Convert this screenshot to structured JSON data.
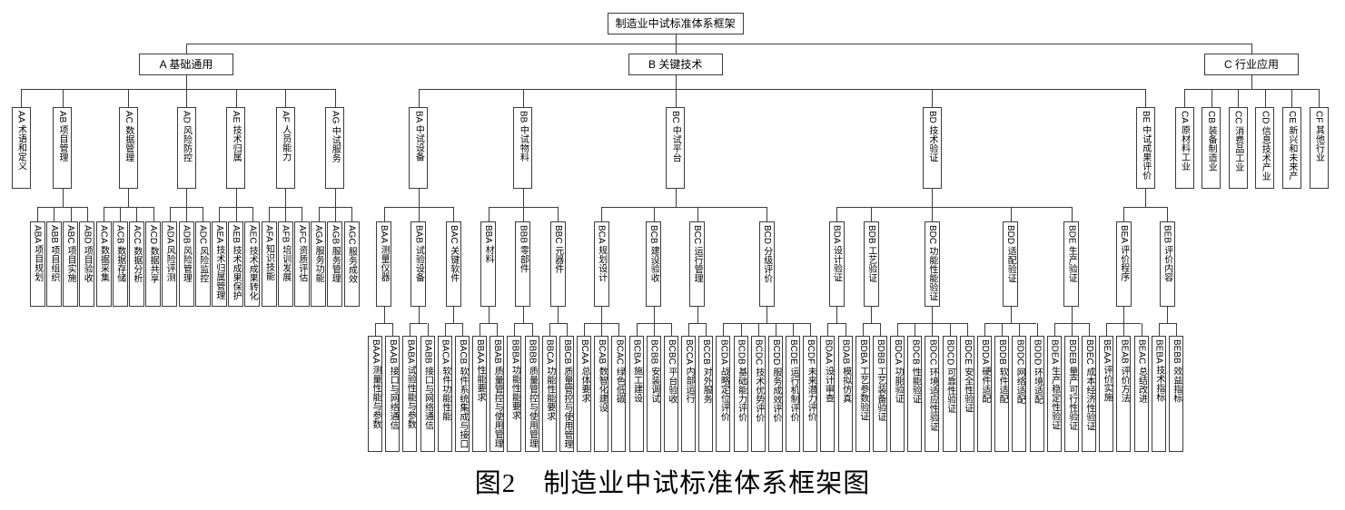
{
  "caption": "图2　制造业中试标准体系框架图",
  "colors": {
    "line": "#3c3c3c",
    "box_border": "#3c3c3c",
    "background": "#ffffff",
    "text": "#000000"
  },
  "tree": {
    "code": "",
    "label": "制造业中试标准体系框架",
    "children": [
      {
        "code": "A",
        "label": "基础通用",
        "children": [
          {
            "code": "AA",
            "label": "术语和定义",
            "children": []
          },
          {
            "code": "AB",
            "label": "项目管理",
            "children": [
              {
                "code": "ABA",
                "label": "项目规划",
                "children": []
              },
              {
                "code": "ABB",
                "label": "项目组织",
                "children": []
              },
              {
                "code": "ABC",
                "label": "项目实施",
                "children": []
              },
              {
                "code": "ABD",
                "label": "项目验收",
                "children": []
              }
            ]
          },
          {
            "code": "AC",
            "label": "数据管理",
            "children": [
              {
                "code": "ACA",
                "label": "数据采集",
                "children": []
              },
              {
                "code": "ACB",
                "label": "数据存储",
                "children": []
              },
              {
                "code": "ACC",
                "label": "数据分析",
                "children": []
              },
              {
                "code": "ACD",
                "label": "数据共享",
                "children": []
              }
            ]
          },
          {
            "code": "AD",
            "label": "风险防控",
            "children": [
              {
                "code": "ADA",
                "label": "风险评测",
                "children": []
              },
              {
                "code": "ADB",
                "label": "风险管理",
                "children": []
              },
              {
                "code": "ADC",
                "label": "风险监控",
                "children": []
              }
            ]
          },
          {
            "code": "AE",
            "label": "技术归属",
            "children": [
              {
                "code": "AEA",
                "label": "技术归属管理",
                "children": []
              },
              {
                "code": "AEB",
                "label": "技术成果保护",
                "children": []
              },
              {
                "code": "AEC",
                "label": "技术成果转化",
                "children": []
              }
            ]
          },
          {
            "code": "AF",
            "label": "人员能力",
            "children": [
              {
                "code": "AFA",
                "label": "知识技能",
                "children": []
              },
              {
                "code": "AFB",
                "label": "培训发展",
                "children": []
              },
              {
                "code": "AFC",
                "label": "资质评估",
                "children": []
              }
            ]
          },
          {
            "code": "AG",
            "label": "中试服务",
            "children": [
              {
                "code": "AGA",
                "label": "服务功能",
                "children": []
              },
              {
                "code": "AGB",
                "label": "服务管理",
                "children": []
              },
              {
                "code": "AGC",
                "label": "服务成效",
                "children": []
              }
            ]
          }
        ]
      },
      {
        "code": "B",
        "label": "关键技术",
        "children": [
          {
            "code": "BA",
            "label": "中试设备",
            "children": [
              {
                "code": "BAA",
                "label": "测量仪器",
                "children": [
                  {
                    "code": "BAAA",
                    "label": "测量性能与参数",
                    "children": []
                  },
                  {
                    "code": "BAAB",
                    "label": "接口与网络通信",
                    "children": []
                  }
                ]
              },
              {
                "code": "BAB",
                "label": "试验设备",
                "children": [
                  {
                    "code": "BABA",
                    "label": "试验性能与参数",
                    "children": []
                  },
                  {
                    "code": "BABB",
                    "label": "接口与网络通信",
                    "children": []
                  }
                ]
              },
              {
                "code": "BAC",
                "label": "关键软件",
                "children": [
                  {
                    "code": "BACA",
                    "label": "软件功能性能",
                    "children": []
                  },
                  {
                    "code": "BACB",
                    "label": "软件系统集成与接口",
                    "children": []
                  }
                ]
              }
            ]
          },
          {
            "code": "BB",
            "label": "中试物料",
            "children": [
              {
                "code": "BBA",
                "label": "材料",
                "children": [
                  {
                    "code": "BBAA",
                    "label": "性能要求",
                    "children": []
                  },
                  {
                    "code": "BBAB",
                    "label": "质量管控与使用管理",
                    "children": []
                  }
                ]
              },
              {
                "code": "BBB",
                "label": "零部件",
                "children": [
                  {
                    "code": "BBBA",
                    "label": "功能性能要求",
                    "children": []
                  },
                  {
                    "code": "BBBB",
                    "label": "质量管控与使用管理",
                    "children": []
                  }
                ]
              },
              {
                "code": "BBC",
                "label": "元器件",
                "children": [
                  {
                    "code": "BBCA",
                    "label": "功能性能要求",
                    "children": []
                  },
                  {
                    "code": "BBCB",
                    "label": "质量管控与使用管理",
                    "children": []
                  }
                ]
              }
            ]
          },
          {
            "code": "BC",
            "label": "中试平台",
            "children": [
              {
                "code": "BCA",
                "label": "规划设计",
                "children": [
                  {
                    "code": "BCAA",
                    "label": "总体要求",
                    "children": []
                  },
                  {
                    "code": "BCAB",
                    "label": "数智化建设",
                    "children": []
                  },
                  {
                    "code": "BCAC",
                    "label": "绿色低碳",
                    "children": []
                  }
                ]
              },
              {
                "code": "BCB",
                "label": "建设验收",
                "children": [
                  {
                    "code": "BCBA",
                    "label": "施工建设",
                    "children": []
                  },
                  {
                    "code": "BCBB",
                    "label": "安装调试",
                    "children": []
                  },
                  {
                    "code": "BCBC",
                    "label": "平台验收",
                    "children": []
                  }
                ]
              },
              {
                "code": "BCC",
                "label": "运行管理",
                "children": [
                  {
                    "code": "BCCA",
                    "label": "内部运行",
                    "children": []
                  },
                  {
                    "code": "BCCB",
                    "label": "对外服务",
                    "children": []
                  }
                ]
              },
              {
                "code": "BCD",
                "label": "分级评价",
                "children": [
                  {
                    "code": "BCDA",
                    "label": "战略定位评价",
                    "children": []
                  },
                  {
                    "code": "BCDB",
                    "label": "基础能力评价",
                    "children": []
                  },
                  {
                    "code": "BCDC",
                    "label": "技术优势评价",
                    "children": []
                  },
                  {
                    "code": "BCDD",
                    "label": "服务成效评价",
                    "children": []
                  },
                  {
                    "code": "BCDE",
                    "label": "运行机制评价",
                    "children": []
                  },
                  {
                    "code": "BCDF",
                    "label": "未来潜力评价",
                    "children": []
                  }
                ]
              }
            ]
          },
          {
            "code": "BD",
            "label": "技术验证",
            "children": [
              {
                "code": "BDA",
                "label": "设计验证",
                "children": [
                  {
                    "code": "BDAA",
                    "label": "设计审查",
                    "children": []
                  },
                  {
                    "code": "BDAB",
                    "label": "模拟仿真",
                    "children": []
                  }
                ]
              },
              {
                "code": "BDB",
                "label": "工艺验证",
                "children": [
                  {
                    "code": "BDBA",
                    "label": "工艺参数验证",
                    "children": []
                  },
                  {
                    "code": "BDBB",
                    "label": "工艺装备验证",
                    "children": []
                  }
                ]
              },
              {
                "code": "BDC",
                "label": "功能性能验证",
                "children": [
                  {
                    "code": "BDCA",
                    "label": "功能验证",
                    "children": []
                  },
                  {
                    "code": "BDCB",
                    "label": "性能验证",
                    "children": []
                  },
                  {
                    "code": "BDCC",
                    "label": "环境适应性验证",
                    "children": []
                  },
                  {
                    "code": "BDCD",
                    "label": "可靠性验证",
                    "children": []
                  },
                  {
                    "code": "BDCE",
                    "label": "安全性验证",
                    "children": []
                  }
                ]
              },
              {
                "code": "BDD",
                "label": "适配验证",
                "children": [
                  {
                    "code": "BDDA",
                    "label": "硬件适配",
                    "children": []
                  },
                  {
                    "code": "BDDB",
                    "label": "软件适配",
                    "children": []
                  },
                  {
                    "code": "BDDC",
                    "label": "网络适配",
                    "children": []
                  },
                  {
                    "code": "BDDD",
                    "label": "环境适配",
                    "children": []
                  }
                ]
              },
              {
                "code": "BDE",
                "label": "生产验证",
                "children": [
                  {
                    "code": "BDEA",
                    "label": "生产稳定性验证",
                    "children": []
                  },
                  {
                    "code": "BDEB",
                    "label": "量产可行性验证",
                    "children": []
                  },
                  {
                    "code": "BDEC",
                    "label": "成本经济性验证",
                    "children": []
                  }
                ]
              }
            ]
          },
          {
            "code": "BE",
            "label": "中试成果评价",
            "children": [
              {
                "code": "BEA",
                "label": "评价程序",
                "children": [
                  {
                    "code": "BEAA",
                    "label": "评价实施",
                    "children": []
                  },
                  {
                    "code": "BEAB",
                    "label": "评价方法",
                    "children": []
                  },
                  {
                    "code": "BEAC",
                    "label": "总结改进",
                    "children": []
                  }
                ]
              },
              {
                "code": "BEB",
                "label": "评价内容",
                "children": [
                  {
                    "code": "BEBA",
                    "label": "技术指标",
                    "children": []
                  },
                  {
                    "code": "BEBB",
                    "label": "效益指标",
                    "children": []
                  }
                ]
              }
            ]
          }
        ]
      },
      {
        "code": "C",
        "label": "行业应用",
        "children": [
          {
            "code": "CA",
            "label": "原材料工业",
            "children": []
          },
          {
            "code": "CB",
            "label": "装备制造业",
            "children": []
          },
          {
            "code": "CC",
            "label": "消费品工业",
            "children": []
          },
          {
            "code": "CD",
            "label": "信息技术产业",
            "children": []
          },
          {
            "code": "CE",
            "label": "新兴和未来产业",
            "children": []
          },
          {
            "code": "CF",
            "label": "其他行业",
            "children": []
          }
        ]
      }
    ]
  }
}
